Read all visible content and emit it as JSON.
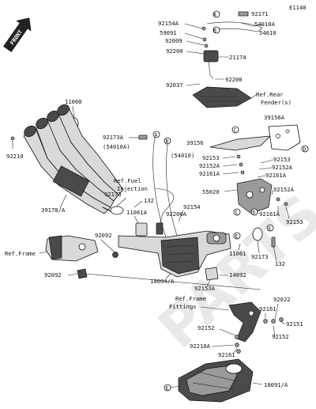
{
  "diagram_code": "E1140",
  "front_label": "FRONT",
  "watermark": "PARTS",
  "circle_refs": [
    "A",
    "B",
    "C",
    "D",
    "E"
  ],
  "part_numbers": {
    "p92171": "92171",
    "p54010A_top": "54010A",
    "p54010_top": "54010",
    "p92154A": "92154A",
    "p59091": "59091",
    "p92009": "92009",
    "p92200_top": "92200",
    "p21174": "21174",
    "p92200_mid": "92200",
    "p92037": "92037",
    "ref_rear_fender": "Ref.Rear",
    "ref_rear_fender2": "Fender(s)",
    "p11060": "11060",
    "p92210": "92210",
    "p92173A": "92173A",
    "p54010A_mid": "(54010A)",
    "p54010_mid": "(54010)",
    "p39156A": "39156A",
    "p39156": "39156",
    "p92153_a": "92153",
    "p92152A_a": "92152A",
    "p92161A_a": "92161A",
    "p92153_b": "92153",
    "p92152A_b": "92152A",
    "p92161A_b": "92161A",
    "ref_fuel": "Ref.Fuel",
    "ref_fuel2": "Injection",
    "p92173_a": "92173",
    "p132_a": "132",
    "p11061A": "11061A",
    "p92154": "92154",
    "p92200A": "92200A",
    "p55020": "55020",
    "p92152A_c": "92152A",
    "p92161A_c": "92161A",
    "p92153_c": "92153",
    "p39178A": "39178/A",
    "p92092_a": "92092",
    "ref_frame": "Ref.Frame",
    "p92092_b": "92092",
    "p11061": "11061",
    "p92173_b": "92173",
    "p132_b": "132",
    "p18004A": "18004/A",
    "p14092": "14092",
    "p92153A": "92153A",
    "ref_frame_fit": "Ref.Frame",
    "ref_frame_fit2": "Fittings",
    "p92022": "92022",
    "p92161_a": "92161",
    "p92151": "92151",
    "p92152_a": "92152",
    "p92152_b": "92152",
    "p92210A": "92210A",
    "p92161_b": "92161",
    "p18091A": "18091/A"
  }
}
